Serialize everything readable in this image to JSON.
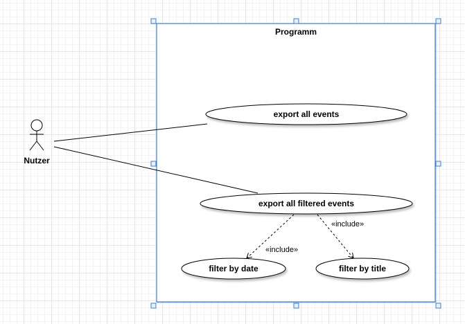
{
  "diagram": {
    "system": {
      "title": "Programm"
    },
    "actor": {
      "name": "Nutzer"
    },
    "use_cases": {
      "export_all": "export all events",
      "export_filtered": "export all filtered events",
      "filter_date": "filter by date",
      "filter_title": "filter by title"
    },
    "relations": {
      "include_date": "«include»",
      "include_title": "«include»"
    }
  },
  "colors": {
    "selection": "#3d7cc9",
    "handle_fill": "#e8f0fb",
    "stroke": "#000000"
  }
}
